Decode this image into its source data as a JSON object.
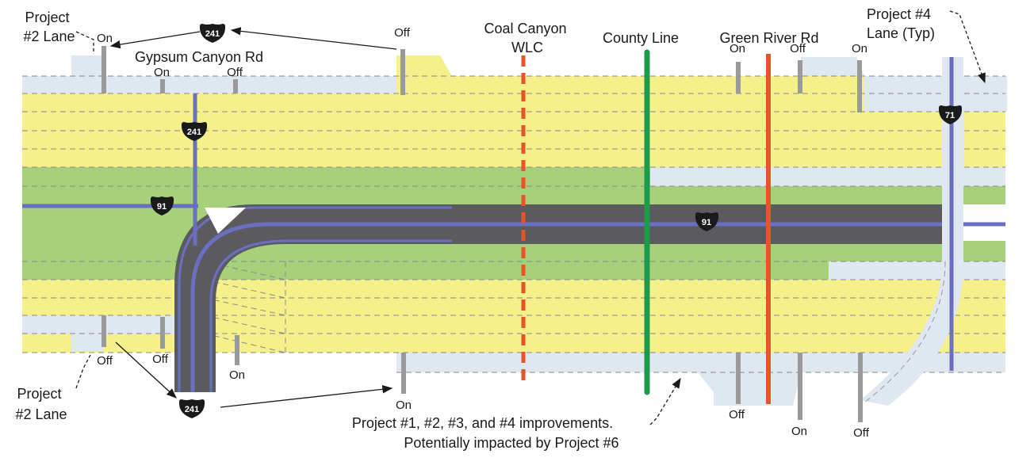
{
  "colors": {
    "general_purpose_lane": "#f6f08a",
    "express_lane": "#a6d17a",
    "project_lane": "#dfe7f0",
    "median_connector": "#5a5a5f",
    "route_line": "#6b6fc0",
    "county_line": "#1e9a4a",
    "green_river_marker": "#e8542a",
    "wlc_marker": "#e8542a",
    "ramp_post": "#9a9a9a",
    "shield": "#1a1a1a"
  },
  "labels": {
    "project2_top": "Project\n#2 Lane",
    "project2_bottom": "Project\n#2 Lane",
    "gypsum": "Gypsum Canyon Rd",
    "coal_canyon": "Coal Canyon\nWLC",
    "county_line": "County Line",
    "green_river": "Green River Rd",
    "project4": "Project #4\nLane (Typ)",
    "improvements": "Project #1, #2, #3, and #4 improvements.\nPotentially impacted by Project #6"
  },
  "shields": {
    "sr241_top": "241",
    "sr241_mid": "241",
    "sr241_bottom": "241",
    "sr91_left": "91",
    "sr91_mid": "91",
    "sr71": "71"
  },
  "ramps": {
    "on": "On",
    "off": "Off"
  }
}
